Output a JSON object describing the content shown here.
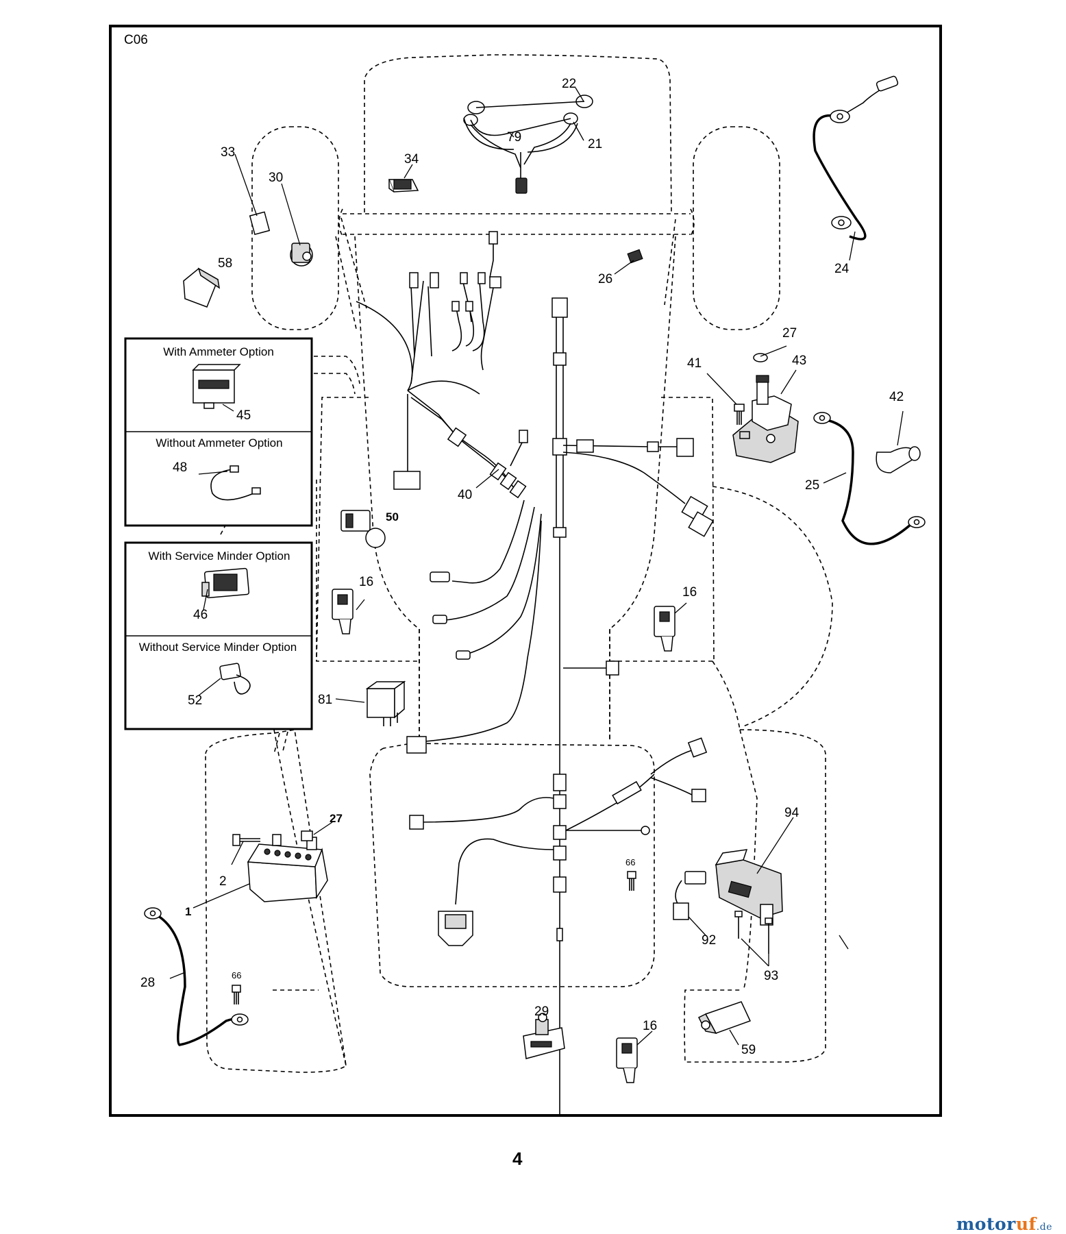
{
  "diagram": {
    "code": "C06",
    "page_number": "4",
    "callouts": {
      "c1": "1",
      "c2": "2",
      "c16a": "16",
      "c16b": "16",
      "c16c": "16",
      "c21": "21",
      "c22": "22",
      "c24": "24",
      "c25": "25",
      "c26": "26",
      "c27a": "27",
      "c27b": "27",
      "c28": "28",
      "c29": "29",
      "c30": "30",
      "c33": "33",
      "c34": "34",
      "c40": "40",
      "c41": "41",
      "c42": "42",
      "c43": "43",
      "c45": "45",
      "c46": "46",
      "c48": "48",
      "c50": "50",
      "c52": "52",
      "c58": "58",
      "c59": "59",
      "c66a": "66",
      "c66b": "66",
      "c79": "79",
      "c81": "81",
      "c92": "92",
      "c93": "93",
      "c94": "94"
    },
    "options": {
      "with_ammeter": "With Ammeter Option",
      "without_ammeter": "Without Ammeter Option",
      "with_service_minder": "With Service Minder Option",
      "without_service_minder": "Without Service Minder Option"
    }
  },
  "watermark": {
    "part1": "motor",
    "part2": "uf",
    "suffix": ".de"
  },
  "colors": {
    "watermark_blue": "#1f5e9e",
    "watermark_orange": "#e8761c"
  }
}
